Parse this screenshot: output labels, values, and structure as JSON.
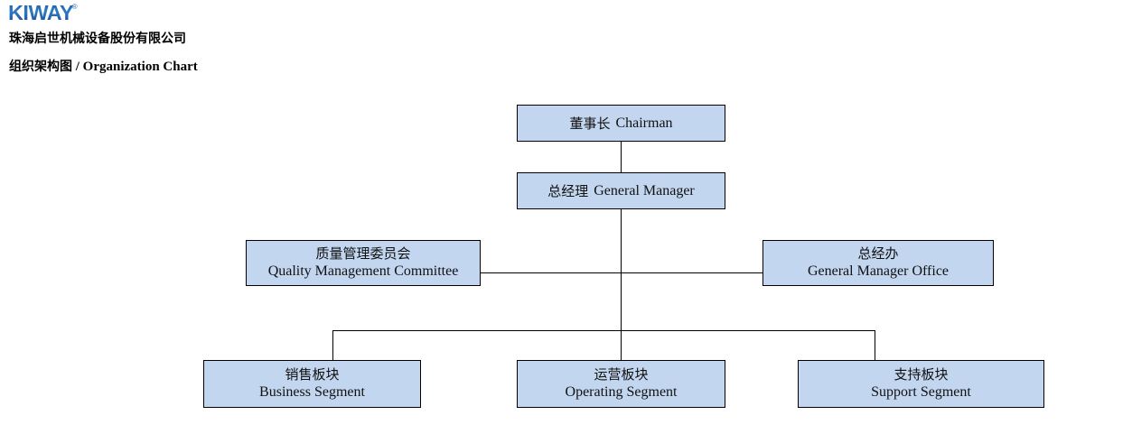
{
  "header": {
    "logo_text": "KIWAY",
    "logo_registered": "®",
    "company_name": "珠海启世机械设备股份有限公司",
    "title_cn": "组织架构图",
    "title_separator": " / ",
    "title_en": "Organization Chart"
  },
  "colors": {
    "box_fill": "#c3d6ef",
    "box_border": "#000000",
    "logo_blue": "#1d5fa8",
    "text": "#111111"
  },
  "chart": {
    "type": "org-chart",
    "nodes": [
      {
        "id": "chairman",
        "cn": "董事长",
        "en": "Chairman",
        "level": 0,
        "layout": "inline"
      },
      {
        "id": "general-manager",
        "cn": "总经理",
        "en": "General Manager",
        "level": 1,
        "layout": "inline"
      },
      {
        "id": "quality-management-committee",
        "cn": "质量管理委员会",
        "en": "Quality Management Committee",
        "level": 2,
        "layout": "stacked"
      },
      {
        "id": "general-manager-office",
        "cn": "总经办",
        "en": "General Manager Office",
        "level": 2,
        "layout": "stacked"
      },
      {
        "id": "business-segment",
        "cn": "销售板块",
        "en": "Business Segment",
        "level": 3,
        "layout": "stacked"
      },
      {
        "id": "operating-segment",
        "cn": "运营板块",
        "en": "Operating Segment",
        "level": 3,
        "layout": "stacked"
      },
      {
        "id": "support-segment",
        "cn": "支持板块",
        "en": "Support Segment",
        "level": 3,
        "layout": "stacked"
      }
    ],
    "edges": [
      {
        "from": "chairman",
        "to": "general-manager"
      },
      {
        "from": "general-manager",
        "to": "quality-management-committee"
      },
      {
        "from": "general-manager",
        "to": "general-manager-office"
      },
      {
        "from": "general-manager",
        "to": "business-segment"
      },
      {
        "from": "general-manager",
        "to": "operating-segment"
      },
      {
        "from": "general-manager",
        "to": "support-segment"
      }
    ]
  }
}
